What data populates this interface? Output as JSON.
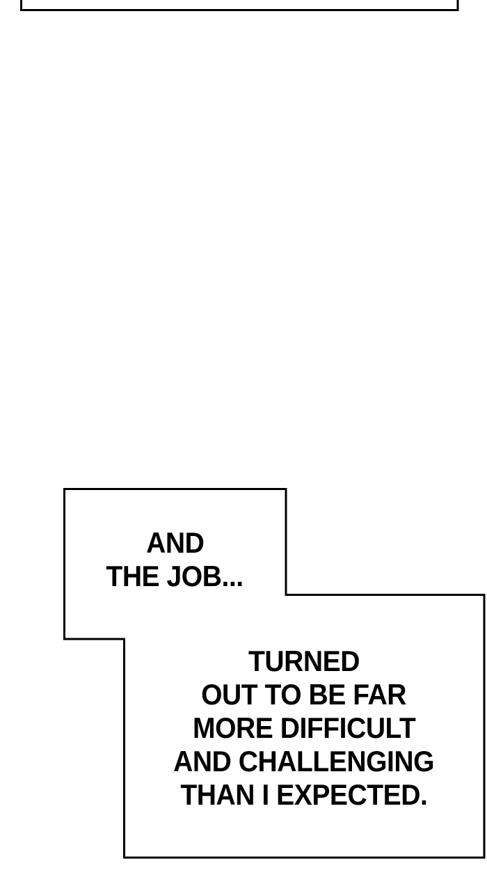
{
  "colors": {
    "ink": "#000000",
    "paper": "#ffffff"
  },
  "caption_boxes": {
    "box1": {
      "lines": [
        "AND",
        "THE JOB..."
      ]
    },
    "box2": {
      "lines": [
        "TURNED",
        "OUT TO BE FAR",
        "MORE DIFFICULT",
        "AND CHALLENGING",
        "THAN I EXPECTED."
      ]
    }
  }
}
